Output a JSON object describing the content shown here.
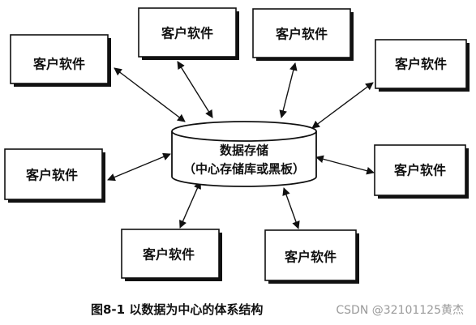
{
  "diagram": {
    "client_label": "客户软件",
    "datastore": {
      "line1": "数据存储",
      "line2": "（中心存储库或黑板）"
    },
    "caption": "图8-1  以数据为中心的体系结构",
    "watermark": "CSDN @32101125黄杰",
    "colors": {
      "ink": "#111111",
      "box_fill": "#ffffff",
      "shadow": "#111111",
      "watermark": "#9a9a9a"
    }
  }
}
